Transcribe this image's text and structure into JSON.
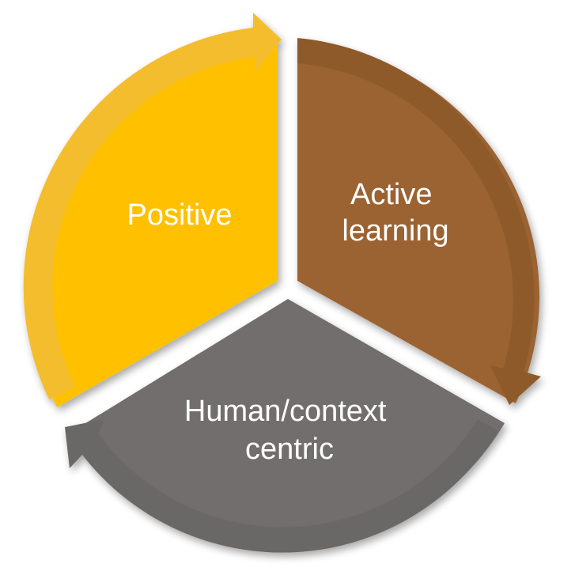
{
  "diagram": {
    "segments": [
      {
        "id": "positive",
        "lines": [
          "Positive"
        ],
        "color": "#FFC000",
        "arrow_color": "#F3BD2F"
      },
      {
        "id": "active-learning",
        "lines": [
          "Active",
          "learning"
        ],
        "color": "#9B6231",
        "arrow_color": "#8F5A2C"
      },
      {
        "id": "human-context-centric",
        "lines": [
          "Human/context",
          "centric"
        ],
        "color": "#716E6D",
        "arrow_color": "#6A6766"
      }
    ]
  }
}
